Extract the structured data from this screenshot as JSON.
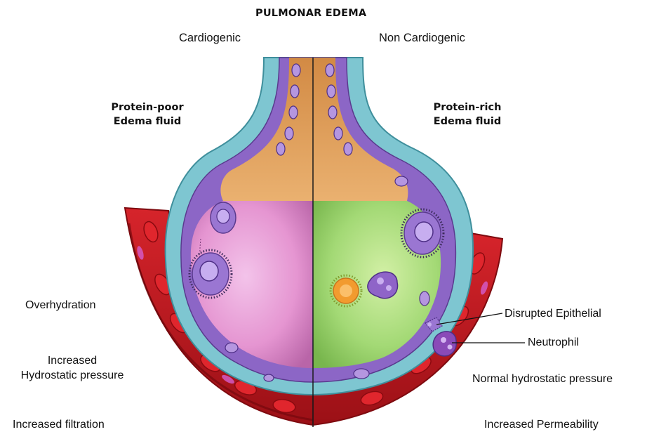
{
  "title": "PULMONAR EDEMA",
  "left": {
    "heading": "Cardiogenic",
    "fluid_line1": "Protein-poor",
    "fluid_line2": "Edema fluid",
    "cause1": "Overhydration",
    "cause2_line1": "Increased",
    "cause2_line2": "Hydrostatic pressure",
    "cause3": "Increased filtration"
  },
  "right": {
    "heading": "Non Cardiogenic",
    "fluid_line1": "Protein-rich",
    "fluid_line2": "Edema fluid",
    "callout1": "Disrupted Epithelial",
    "callout2": "Neutrophil",
    "cause1": "Normal hydrostatic pressure",
    "cause2": "Increased Permeability"
  },
  "colors": {
    "vessel": "#c8171e",
    "vessel_dark": "#8c0c12",
    "membrane": "#7ec6d1",
    "epithelium": "#8e68c4",
    "airway_fluid": "#e3a15a",
    "left_fluid": "#e79ad3",
    "right_fluid": "#a3d975"
  }
}
